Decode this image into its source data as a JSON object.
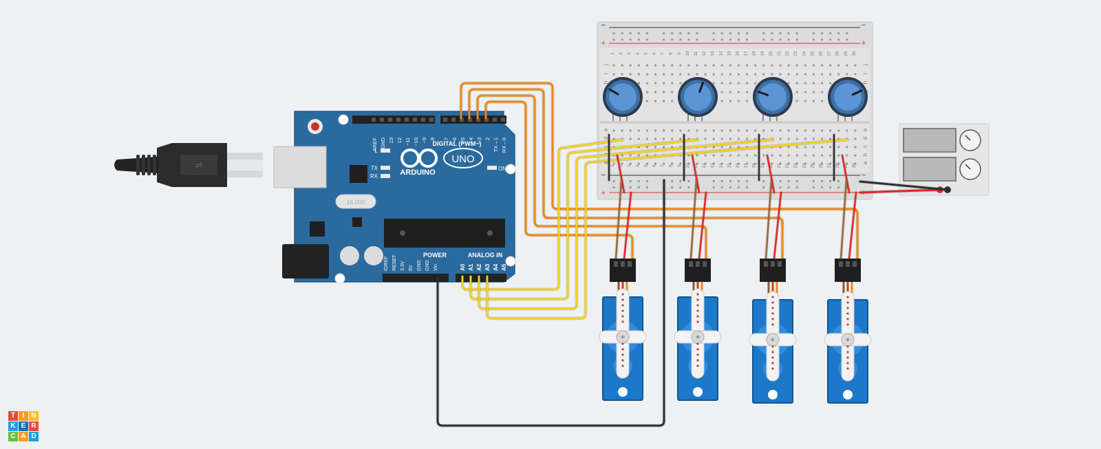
{
  "app": {
    "name": "Tinkercad"
  },
  "logo": {
    "letters": [
      "T",
      "I",
      "N",
      "K",
      "E",
      "R",
      "C",
      "A",
      "D"
    ],
    "colors": [
      "#e9483b",
      "#f79d24",
      "#f4c51b",
      "#1aa0dd",
      "#0e73b8",
      "#e9483b",
      "#6cbd45",
      "#f79d24",
      "#1aa0dd"
    ]
  },
  "arduino": {
    "brand": "ARDUINO",
    "model": "UNO",
    "crystal": "16.000",
    "on_label": "ON",
    "l_label": "L",
    "tx_label": "TX",
    "rx_label": "RX",
    "digital_label": "DIGITAL (PWM~)",
    "power_label": "POWER",
    "analog_label": "ANALOG IN",
    "top_pins": [
      "AREF",
      "GND",
      "13",
      "12",
      "~11",
      "~10",
      "~9",
      "8",
      "7",
      "~6",
      "~5",
      "4",
      "~3",
      "2",
      "TX→1",
      "RX←0"
    ],
    "power_pins": [
      "IOREF",
      "RESET",
      "3.3V",
      "5V",
      "GND",
      "GND",
      "Vin"
    ],
    "analog_pins": [
      "A0",
      "A1",
      "A2",
      "A3",
      "A4",
      "A5"
    ],
    "board_color": "#2b6a9e"
  },
  "breadboard": {
    "row_letters_top": [
      "j",
      "i",
      "h",
      "g",
      "f"
    ],
    "row_letters_bottom": [
      "e",
      "d",
      "c",
      "b",
      "a"
    ],
    "rail_minus": "−",
    "rail_plus": "+",
    "columns": [
      "1",
      "2",
      "3",
      "4",
      "5",
      "6",
      "7",
      "8",
      "9",
      "10",
      "11",
      "12",
      "13",
      "14",
      "15",
      "16",
      "17",
      "18",
      "19",
      "20",
      "21",
      "22",
      "23",
      "24",
      "25",
      "26",
      "27",
      "28",
      "29",
      "30"
    ]
  },
  "battery": {
    "cells": 2
  },
  "servos": {
    "count": 4
  },
  "potentiometers": {
    "count": 4,
    "knob_angles": [
      -60,
      20,
      -70,
      65
    ]
  },
  "colors": {
    "signal_wire": "#f2d024",
    "pwm_wire": "#ec8a16",
    "power_wire": "#e52626",
    "ground_wire": "#2f2f2f",
    "servo_body": "#1c78c9",
    "pot_body": "#5b95d6"
  }
}
